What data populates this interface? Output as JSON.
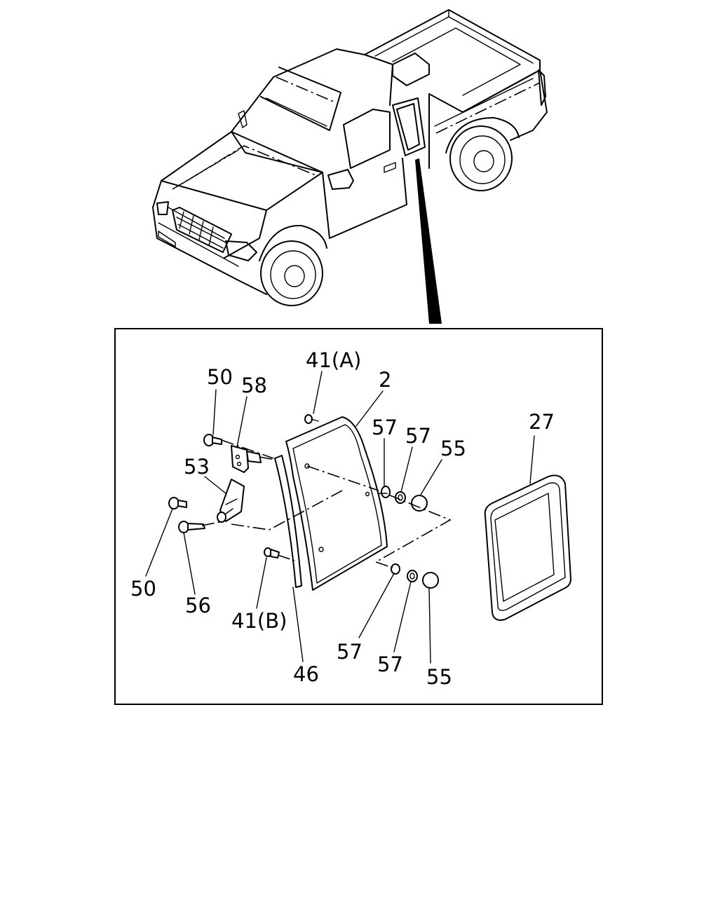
{
  "callouts": {
    "c41a": "41(A)",
    "c2": "2",
    "c50_top": "50",
    "c58": "58",
    "c57_a": "57",
    "c57_b": "57",
    "c55_top": "55",
    "c27": "27",
    "c53": "53",
    "c50_left": "50",
    "c56": "56",
    "c41b": "41(B)",
    "c46": "46",
    "c57_c": "57",
    "c57_d": "57",
    "c55_bottom": "55"
  }
}
